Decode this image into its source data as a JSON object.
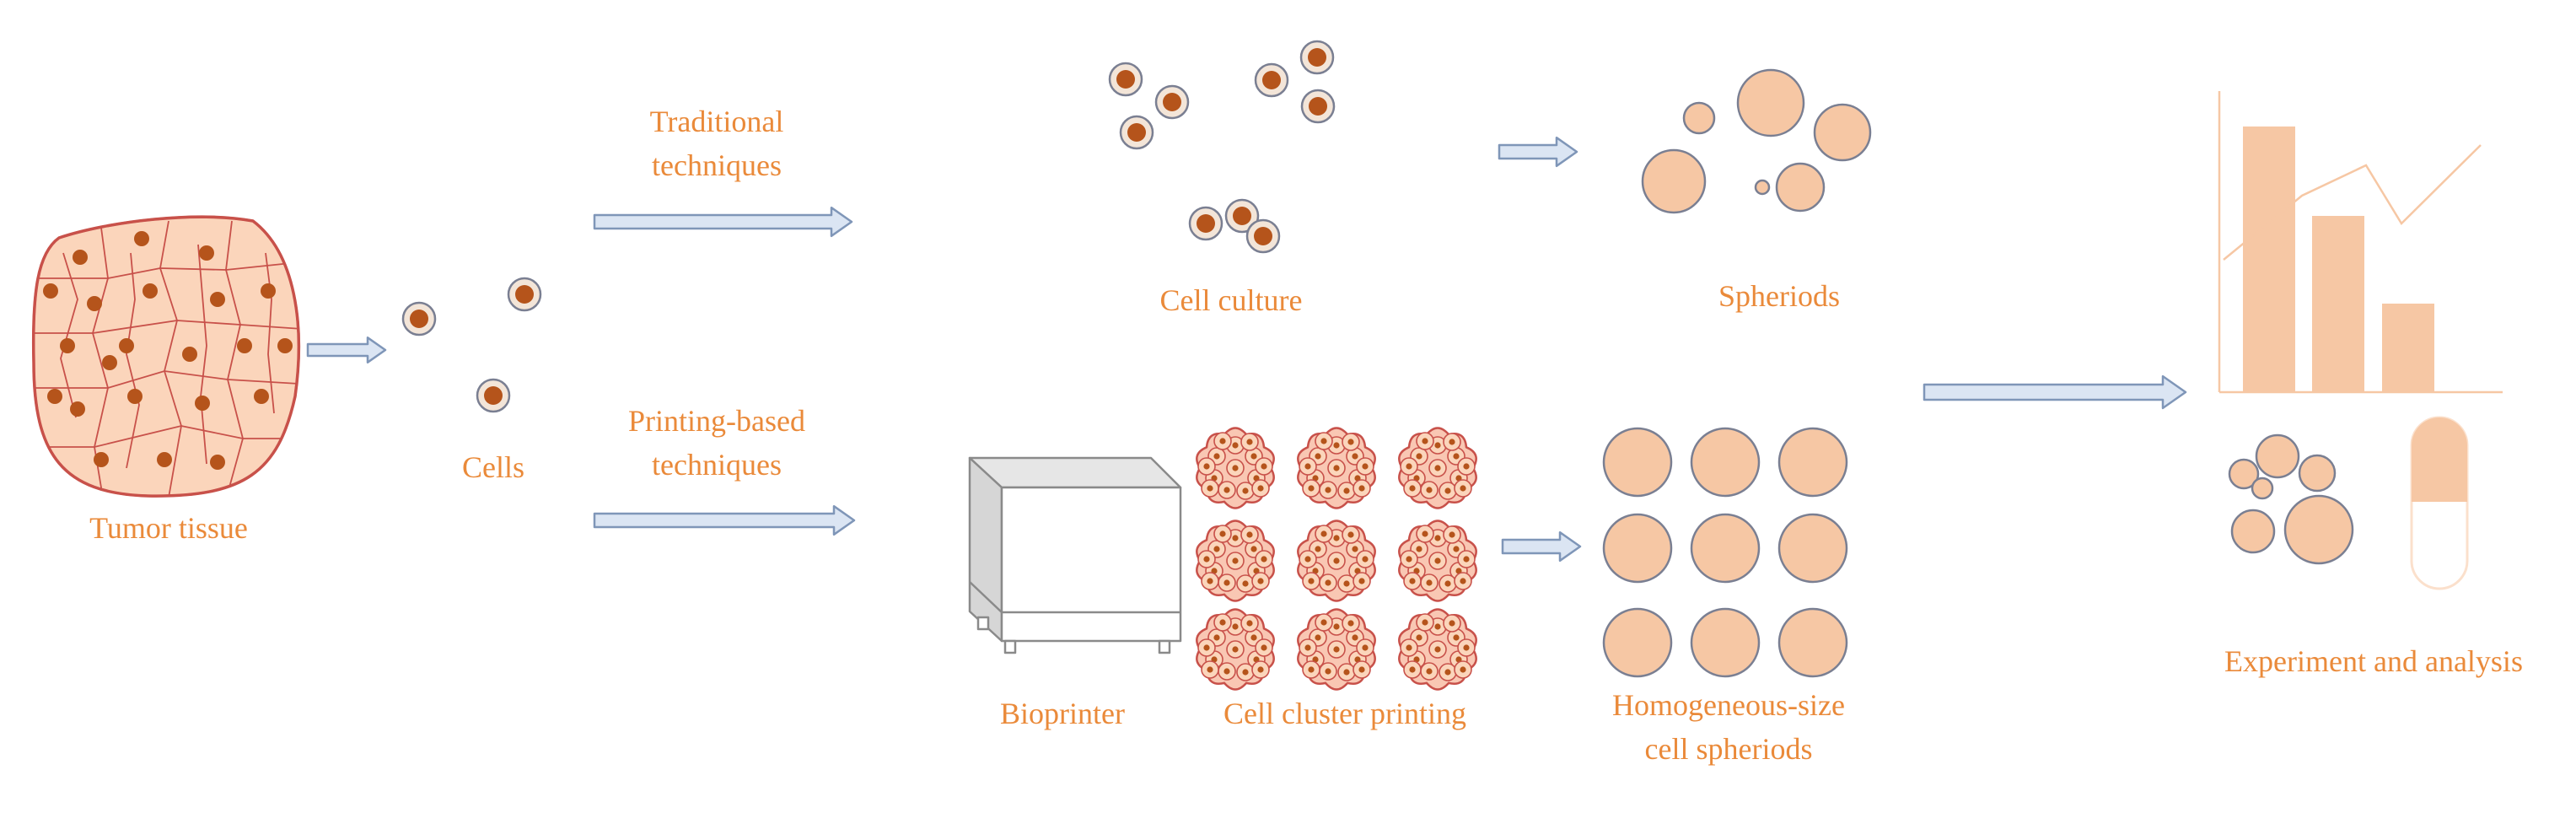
{
  "labels": {
    "tumor_tissue": "Tumor tissue",
    "cells": "Cells",
    "traditional": [
      "Traditional",
      "techniques"
    ],
    "printing": [
      "Printing-based",
      "techniques"
    ],
    "cell_culture": "Cell culture",
    "spheroids": "Spheriods",
    "bioprinter": "Bioprinter",
    "cell_cluster_printing": "Cell cluster printing",
    "homogeneous": [
      "Homogeneous-size",
      "cell spheriods"
    ],
    "experiment": "Experiment and analysis"
  },
  "colors": {
    "text": "#ea8a3a",
    "cell_nucleus": "#b5541b",
    "tissue_fill": "#fbd5bb",
    "tissue_stroke": "#c8514a",
    "spheroid_fill": "#f6c7a4",
    "spheroid_stroke": "#7a7f92",
    "arrow_fill": "#dbe5f3",
    "arrow_stroke": "#7f96b8",
    "bar_fill": "#f6c7a4"
  },
  "icons": [
    "tumor-tissue-icon",
    "cell-icon",
    "bioprinter-icon",
    "cell-cluster-icon",
    "spheroid-icon",
    "bar-chart-icon",
    "test-tube-icon"
  ]
}
